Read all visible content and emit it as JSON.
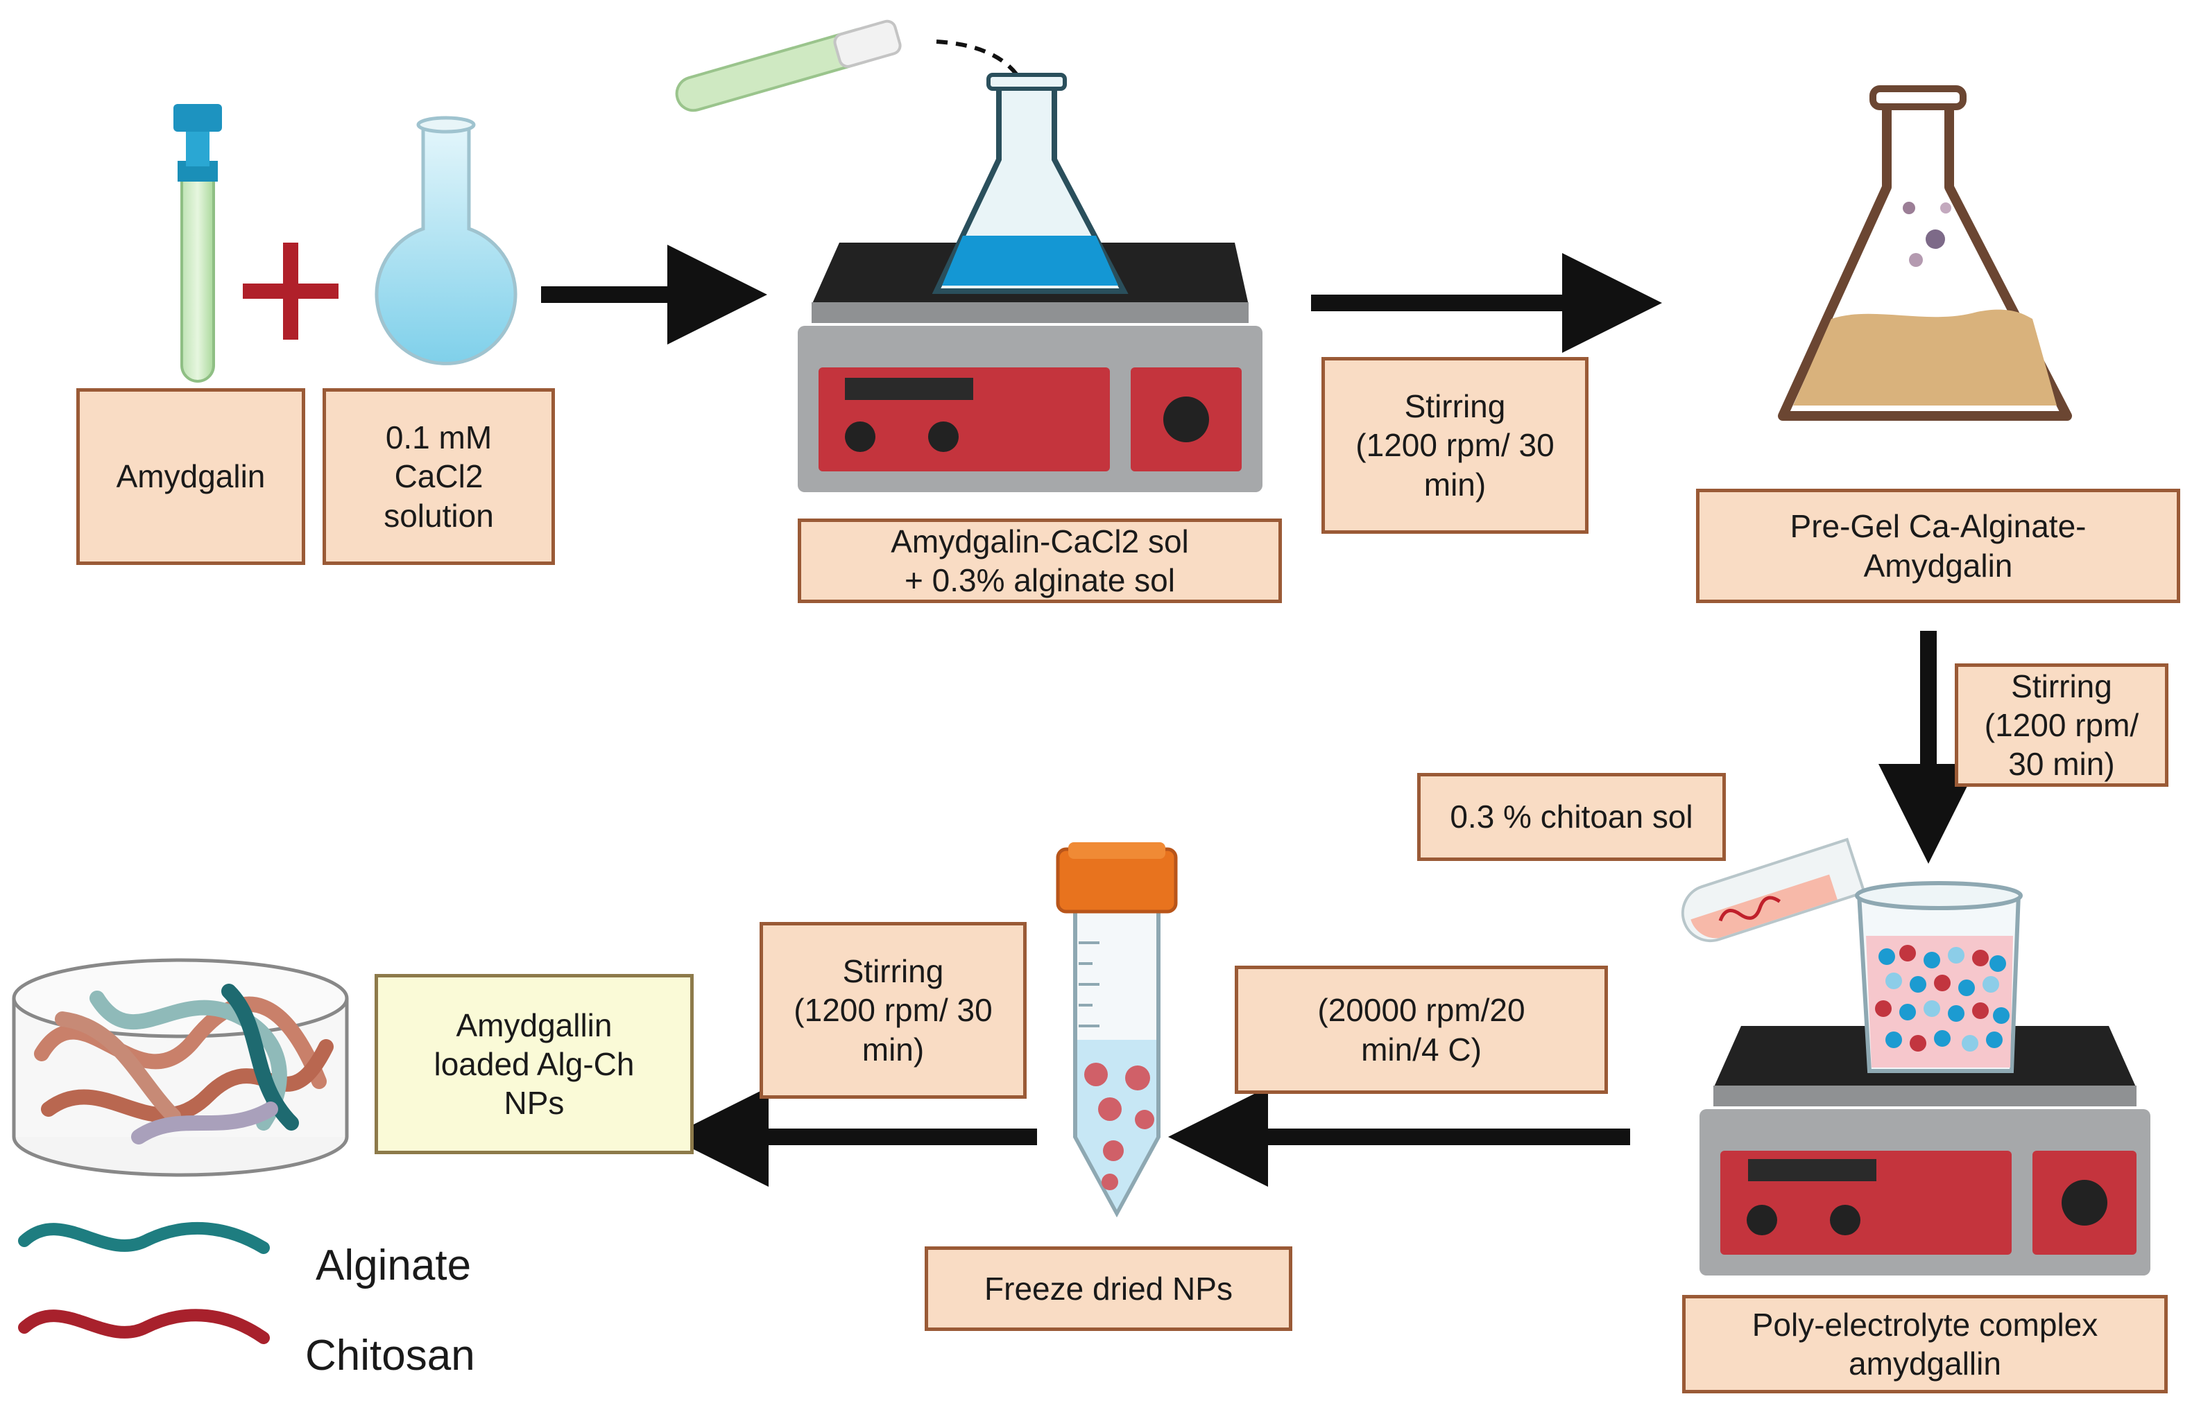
{
  "labels": {
    "amydgalin": "Amydgalin",
    "cacl2": "0.1 mM\nCaCl2\nsolution",
    "mix": "Amydgalin-CaCl2 sol\n+ 0.3% alginate sol",
    "stirring_top": "Stirring\n(1200 rpm/ 30\nmin)",
    "pregel": "Pre-Gel Ca-Alginate-\nAmydgalin",
    "stirring_right": "Stirring\n(1200 rpm/\n30 min)",
    "chitosan_sol": "0.3 % chitoan sol",
    "pec": "Poly-electrolyte complex\namydgallin",
    "centrifuge": "(20000 rpm/20\nmin/4 C)",
    "freeze": "Freeze dried NPs",
    "stirring_bottom": "Stirring\n(1200 rpm/ 30\nmin)",
    "loaded": "Amydgallin\nloaded Alg-Ch\nNPs"
  },
  "legend": [
    {
      "label": "Alginate",
      "color": "#1e7d80"
    },
    {
      "label": "Chitosan",
      "color": "#a8212c"
    }
  ],
  "colors": {
    "box_fill": "#f9dcc4",
    "box_border": "#9a5a36",
    "final_box_fill": "#fafad7",
    "arrow": "#111111",
    "plus": "#b0202a",
    "stirrer_body": "#a6a8aa",
    "stirrer_panel": "#c4343d",
    "solution_blue": "#1497d4",
    "pregel_fill": "#d9b27c",
    "tube_cap": "#e8731e"
  },
  "icons": [
    "test-tube-icon",
    "plus-icon",
    "round-flask-icon",
    "magnetic-stirrer-icon",
    "erlenmeyer-flask-icon",
    "beaker-icon",
    "centrifuge-tube-icon",
    "nanoparticle-dish-icon"
  ]
}
